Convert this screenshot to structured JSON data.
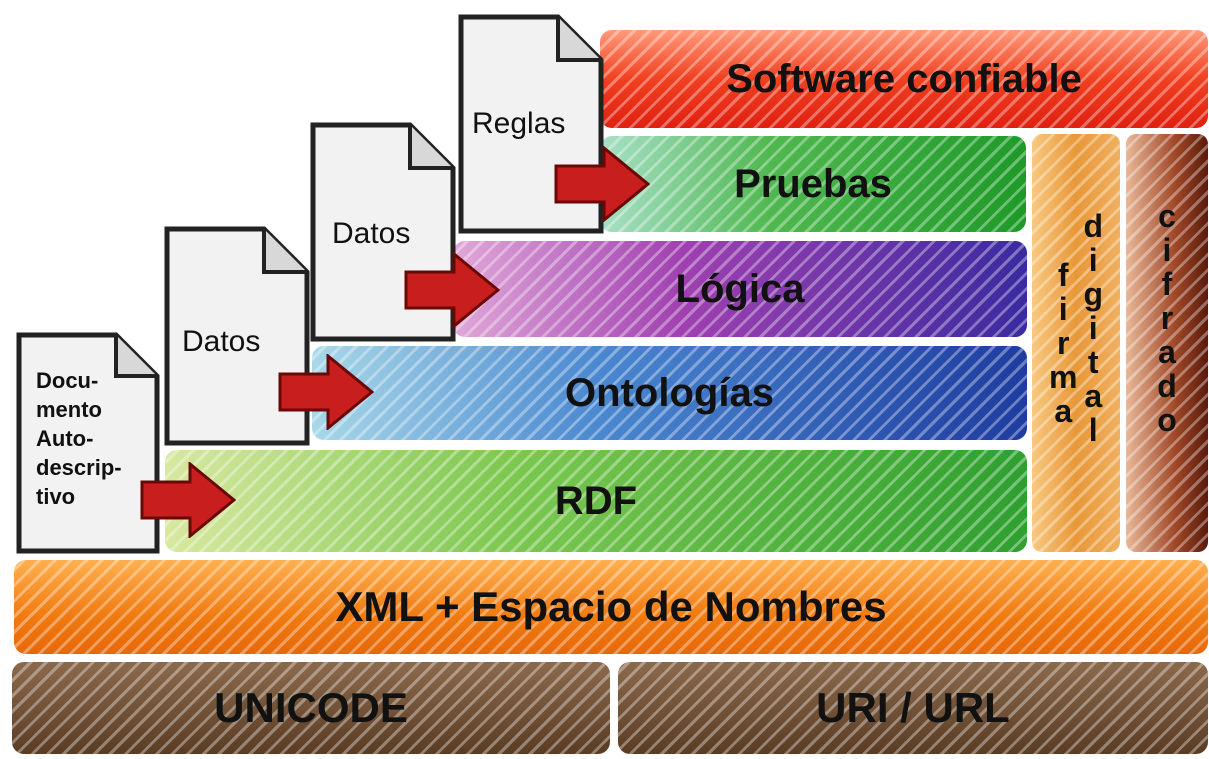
{
  "layers": {
    "software": "Software confiable",
    "pruebas": "Pruebas",
    "logica": "Lógica",
    "ontologias": "Ontologías",
    "rdf": "RDF",
    "xml": "XML + Espacio de Nombres",
    "unicode": "UNICODE",
    "uri": "URI / URL"
  },
  "side": {
    "firma": [
      "f",
      "i",
      "r",
      "m",
      "a"
    ],
    "digital": [
      "d",
      "i",
      "g",
      "i",
      "t",
      "a",
      "l"
    ],
    "cifrado": [
      "c",
      "i",
      "f",
      "r",
      "a",
      "d",
      "o"
    ]
  },
  "documents": {
    "doc1": [
      "Docu-",
      "mento",
      "Auto-",
      "descrip-",
      "tivo"
    ],
    "doc2": "Datos",
    "doc3": "Datos",
    "doc4": "Reglas"
  },
  "colors": {
    "software": "#ea3a1a",
    "pruebas": "#4fb840",
    "logica": "#8a3aa8",
    "ontologias": "#3a6ec8",
    "rdf": "#4cae3c",
    "xml": "#f08a1e",
    "base": "#6a4a30",
    "firma": "#e8a040",
    "cifrado": "#8a3a1e",
    "arrow": "#c81e1e"
  }
}
